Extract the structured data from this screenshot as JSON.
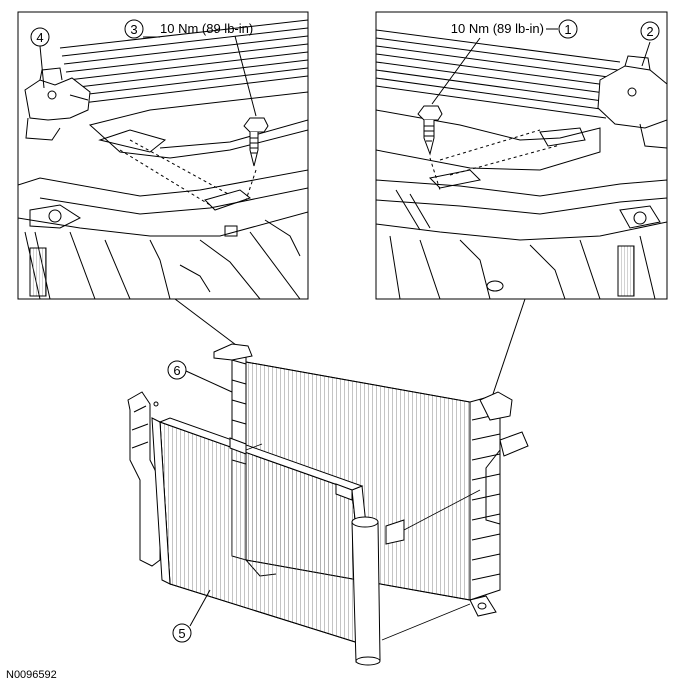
{
  "figure_id": "N0096592",
  "callouts": [
    {
      "number": "1",
      "label": "10 Nm (89 lb-in)"
    },
    {
      "number": "2",
      "label": ""
    },
    {
      "number": "3",
      "label": "10 Nm (89 lb-in)"
    },
    {
      "number": "4",
      "label": ""
    },
    {
      "number": "5",
      "label": ""
    },
    {
      "number": "6",
      "label": ""
    }
  ]
}
